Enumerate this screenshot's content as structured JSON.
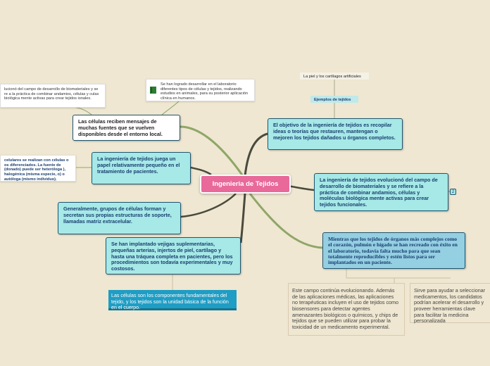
{
  "central": "Ingenieria de Tejidos",
  "topics": {
    "las_celulas_reciben": "Las células reciben mensajes de muchas fuentes que se vuelven disponibles desde el entorno local.",
    "papel_relativamente": "La ingeniería de tejidos juega un papel relativamente pequeño en el tratamiento de pacientes.",
    "grupos_de_celulas": "Generalmente, grupos de células forman y secretan sus propias estructuras de soporte, llamadas matriz extracelular.",
    "vejigas": "Se han implantado vejigas suplementarias, pequeñas arterias, injertos de piel, cartílago y hasta una tráquea completa en pacientes, pero los procedimientos son todavía experimentales y muy costosos.",
    "objetivo": "El objetivo de la ingeniería de tejidos es recopilar ideas o teorías que restauren, mantengan o mejoren los tejidos dañados u órganos completos.",
    "evoluciono": "La ingeniería de tejidos evolucionó del campo de desarrollo de biomateriales y se refiere a la práctica de combinar andamios, células y moléculas biológica mente activas para crear tejidos funcionales.",
    "mientras": "Mientras que los tejidos de órganos más complejos como el corazón, pulmón e hígado se han recreado con éxito en el laboratorio, todavía falta mucho para que sean totalmente reproducibles y estén listos para ser implantados en un paciente."
  },
  "notes": {
    "top_left": "lucionó del campo de desarrollo de biomateriales y se re a la práctica de combinar andamios, células y culas biológica mente activas para crear tejidos ionales.",
    "top_middle": "Se han logrado desarrollar en el laboratorio diferentes tipos de células y tejidos, realizando estudios en animales, para su posterior aplicación clínica en humanos.",
    "left_cut": "celulares se realizan con células o os diferenciados. La fuente de (donado) puede ser heteróloga ), halogénica (misma especie, o) o autóloga (mismo individuo)."
  },
  "tags": {
    "piel": "La piel y los cartílagos artificiales",
    "ejemplos": "Ejemplos de tejidos"
  },
  "components": "Las células son los componentes fundamentales del tejido, y los tejidos son la unidad básica de la función en el cuerpo.",
  "plain": {
    "campo": "Este campo continúa evolucionando. Además de las aplicaciones médicas, las aplicaciones no terapéuticas incluyen el uso de tejidos como biosensores para detectar agentes amenazantes biológicos o químicos, y chips de tejidos que se pueden utilizar para probar la toxicidad de un medicamento experimental.",
    "sirve": "Sirve para ayudar a seleccionar medicamentos, los candidatos podrían acelerar el desarrollo y proveer herramientas clave para facilitar la medicina personalizada"
  },
  "badge": "2",
  "colors": {
    "central": "#e8699a",
    "topic": "#a6e9e7",
    "branch": "#8fa668",
    "branch_dark": "#4a4a3e",
    "background": "#efe7d1"
  }
}
